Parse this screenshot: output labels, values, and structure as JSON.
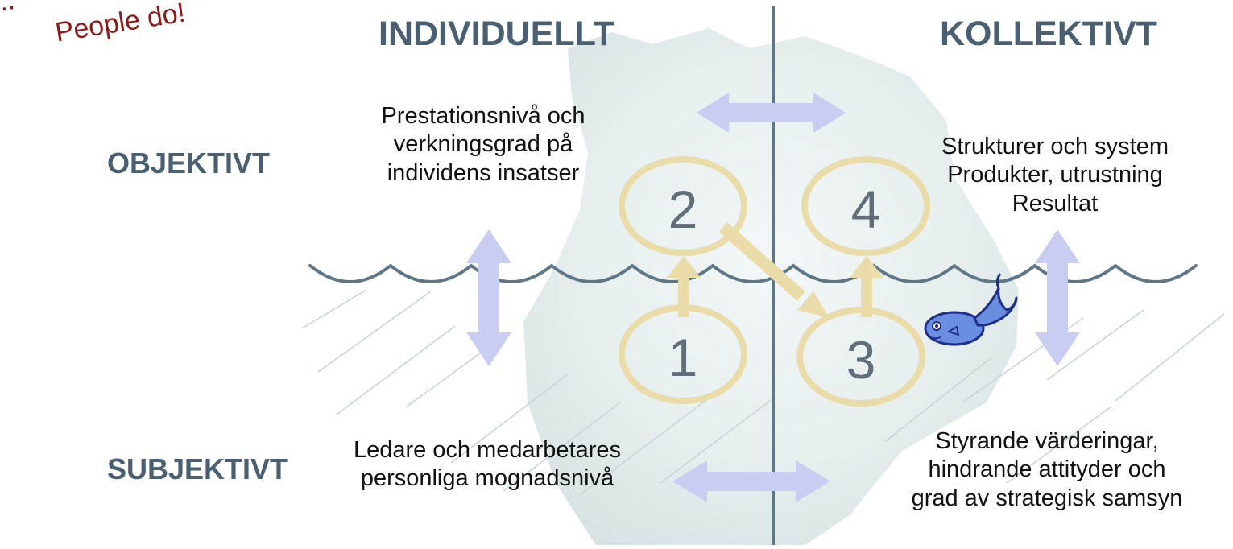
{
  "slogan": {
    "line1": "ll...",
    "line2": "People do!"
  },
  "columns": {
    "left": "INDIVIDUELLT",
    "right": "KOLLEKTIVT"
  },
  "rows": {
    "top": "OBJEKTIVT",
    "bottom": "SUBJEKTIVT"
  },
  "quadrants": {
    "q1": {
      "number": "1",
      "text": [
        "Ledare och medarbetares",
        "personliga mognadsnivå"
      ]
    },
    "q2": {
      "number": "2",
      "text": [
        "Prestationsnivå och",
        "verkningsgrad på",
        "individens insatser"
      ]
    },
    "q3": {
      "number": "3",
      "text": [
        "Styrande värderingar,",
        "hindrande attityder och",
        "grad av strategisk samsyn"
      ]
    },
    "q4": {
      "number": "4",
      "text": [
        "Strukturer och system",
        "Produkter, utrustning",
        "Resultat"
      ]
    }
  },
  "colors": {
    "header": "#4a6072",
    "slogan": "#8b1a1a",
    "circle": "#e9dca9",
    "arrow": "#c9cdf2",
    "iceberg": "#e3ecec",
    "water": "#5f7686",
    "fish": "#6b8fe0"
  },
  "icons": {
    "fish": "fish-icon"
  }
}
